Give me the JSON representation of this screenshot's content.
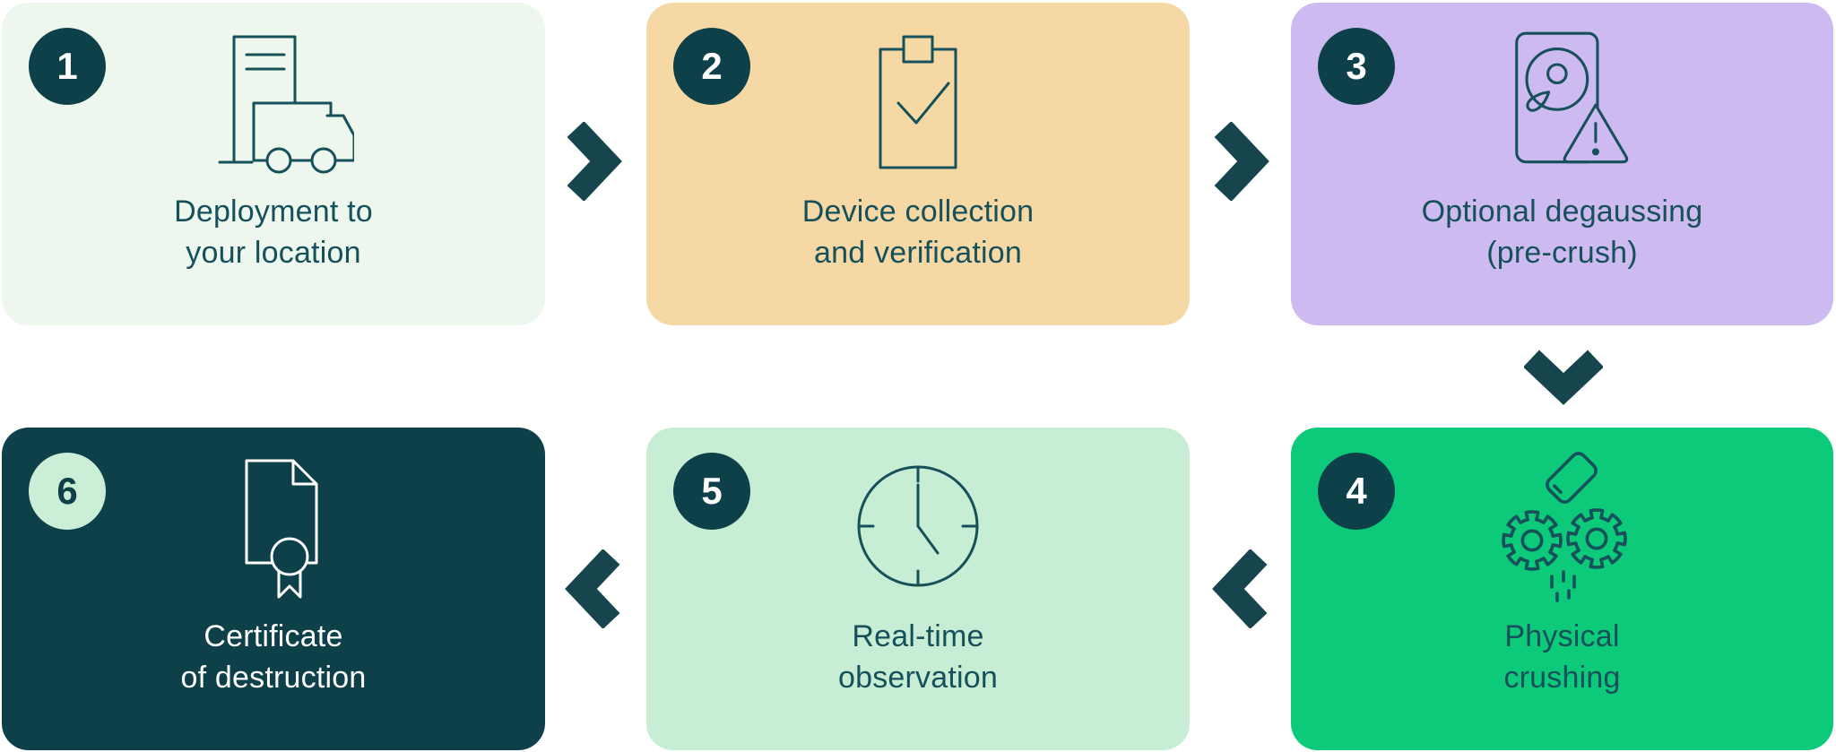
{
  "process": {
    "steps": [
      {
        "number": "1",
        "label_line1": "Deployment to",
        "label_line2": "your location",
        "icon": "delivery-truck-icon",
        "bg_color": "#EDF7EE",
        "text_color": "#16505A",
        "badge_bg": "#0D4048",
        "badge_text_color": "#FFFFFF"
      },
      {
        "number": "2",
        "label_line1": "Device collection",
        "label_line2": "and verification",
        "icon": "clipboard-check-icon",
        "bg_color": "#F6D8A5",
        "text_color": "#16505A",
        "badge_bg": "#0D4048",
        "badge_text_color": "#FFFFFF"
      },
      {
        "number": "3",
        "label_line1": "Optional degaussing",
        "label_line2": "(pre-crush)",
        "icon": "hard-drive-warning-icon",
        "bg_color": "#CDBAF1",
        "text_color": "#16505A",
        "badge_bg": "#0D4048",
        "badge_text_color": "#FFFFFF"
      },
      {
        "number": "4",
        "label_line1": "Physical",
        "label_line2": "crushing",
        "icon": "crusher-gears-icon",
        "bg_color": "#0DC97A",
        "text_color": "#16505A",
        "badge_bg": "#0D4048",
        "badge_text_color": "#FFFFFF"
      },
      {
        "number": "5",
        "label_line1": "Real-time",
        "label_line2": "observation",
        "icon": "clock-icon",
        "bg_color": "#C7EDD5",
        "text_color": "#16505A",
        "badge_bg": "#0D4048",
        "badge_text_color": "#FFFFFF"
      },
      {
        "number": "6",
        "label_line1": "Certificate",
        "label_line2": "of destruction",
        "icon": "certificate-icon",
        "bg_color": "#0D4048",
        "text_color": "#FFFFFF",
        "badge_bg": "#CBEED7",
        "badge_text_color": "#0D4048"
      }
    ],
    "arrows": [
      {
        "between": "step1-step2",
        "direction": "right"
      },
      {
        "between": "step2-step3",
        "direction": "right"
      },
      {
        "between": "step3-step4",
        "direction": "down"
      },
      {
        "between": "step4-step5",
        "direction": "left"
      },
      {
        "between": "step5-step6",
        "direction": "left"
      }
    ],
    "colors": {
      "accent_dark_teal": "#0D4048",
      "icon_stroke": "#16505A",
      "arrow": "#17454E",
      "badge_light_bg": "#CBEED7"
    }
  }
}
